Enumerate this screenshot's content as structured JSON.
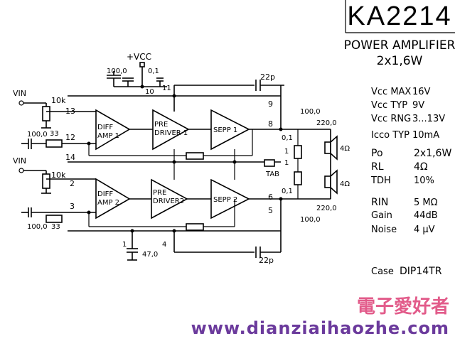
{
  "title_box": {
    "part_number": "KA2214",
    "description_line1": "POWER AMPLIFIER",
    "description_line2": "2x1,6W"
  },
  "specs": [
    {
      "label": "Vcc MAX",
      "value": "16V"
    },
    {
      "label": "Vcc TYP",
      "value": "9V"
    },
    {
      "label": "Vcc RNG",
      "value": "3...13V"
    },
    {
      "label": "Icco TYP",
      "value": "10mA"
    },
    {
      "label": "Po",
      "value": "2x1,6W"
    },
    {
      "label": "RL",
      "value": "4Ω"
    },
    {
      "label": "TDH",
      "value": "10%"
    },
    {
      "label": "RIN",
      "value": "5 MΩ"
    },
    {
      "label": "Gain",
      "value": "44dB"
    },
    {
      "label": "Noise",
      "value": "4 μV"
    }
  ],
  "case": {
    "label": "Case",
    "value": "DIP14TR"
  },
  "schematic": {
    "supply": "+VCC",
    "inputs": [
      "VIN",
      "VIN"
    ],
    "blocks": {
      "diff1": [
        "DIFF",
        "AMP 1"
      ],
      "diff2": [
        "DIFF",
        "AMP 2"
      ],
      "pre1": [
        "PRE",
        "DRIVER 1"
      ],
      "pre2": [
        "PRE",
        "DRIVER2"
      ],
      "sepp1": "SEPP 1",
      "sepp2": "SEPP 2"
    },
    "pins": [
      "13",
      "12",
      "14",
      "2",
      "3",
      "11",
      "10",
      "9",
      "8",
      "6",
      "5",
      "1",
      "4",
      "TAB"
    ],
    "components": {
      "c_vcc1": "100,0",
      "c_vcc2": "0,1",
      "c_fb_top": "22p",
      "c_fb_bot": "22p",
      "r_in1": "10k",
      "r_fb1": "33",
      "c_fb1": "100,0",
      "r_in2": "10k",
      "r_fb2": "33",
      "c_fb2": "100,0",
      "c_boot1": "100,0",
      "c_out1": "220,0",
      "c_snub1": "0,1",
      "r_snub1": "1",
      "r_snub2": "1",
      "c_snub2": "0,1",
      "c_out2": "220,0",
      "c_boot2": "100,0",
      "c_ripple": "47,0",
      "spk1": "4Ω",
      "spk2": "4Ω"
    }
  },
  "watermark": {
    "chinese": "電子愛好者",
    "url": "www.dianziaihaozhe.com"
  }
}
